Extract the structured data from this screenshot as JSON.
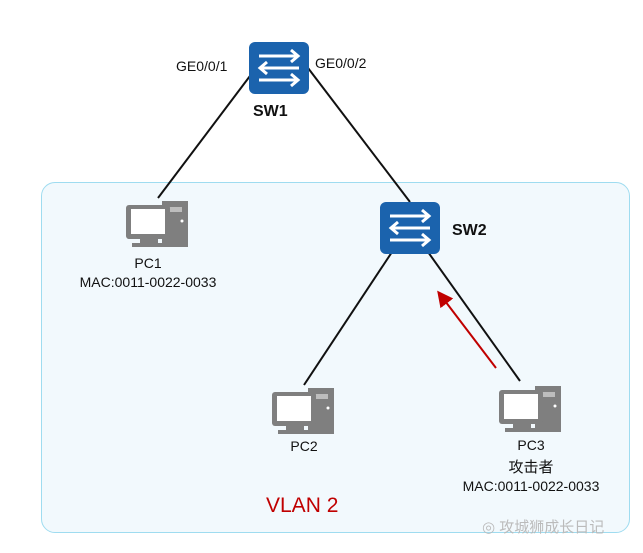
{
  "diagram": {
    "switches": [
      {
        "id": "sw1",
        "label": "SW1",
        "ports": [
          "GE0/0/1",
          "GE0/0/2"
        ]
      },
      {
        "id": "sw2",
        "label": "SW2"
      }
    ],
    "pcs": [
      {
        "id": "pc1",
        "label": "PC1",
        "mac": "MAC:0011-0022-0033"
      },
      {
        "id": "pc2",
        "label": "PC2"
      },
      {
        "id": "pc3",
        "label": "PC3",
        "role": "攻击者",
        "mac": "MAC:0011-0022-0033"
      }
    ],
    "vlan_label": "VLAN 2",
    "watermark": "攻城狮成长日记",
    "colors": {
      "switch": "#1b63ad",
      "vlan_fill": "#f2f9fd",
      "vlan_border": "#9fdcf0",
      "attack_arrow": "#c00000",
      "pc": "#7f7f7f"
    }
  }
}
